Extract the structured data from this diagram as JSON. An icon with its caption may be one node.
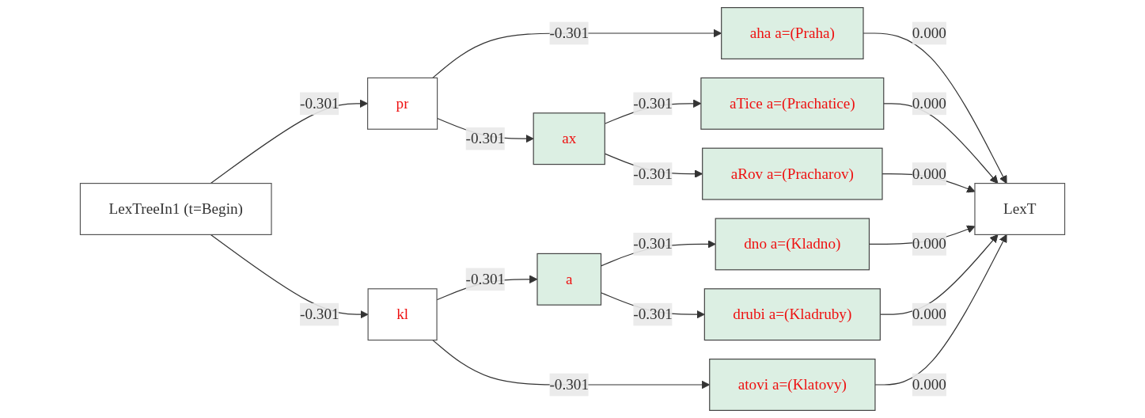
{
  "diagram": {
    "nodes": [
      {
        "text": [
          "LexTreeIn1 (t=Begin)"
        ]
      },
      {
        "text": [
          "pr"
        ]
      },
      {
        "text": [
          "kl"
        ]
      },
      {
        "text": [
          "aha a=(Praha)"
        ]
      },
      {
        "text": [
          "ax"
        ]
      },
      {
        "text": [
          "a"
        ]
      },
      {
        "text": [
          "aTice a=(Prachatice)"
        ]
      },
      {
        "text": [
          "aRov a=(Pracharov)"
        ]
      },
      {
        "text": [
          "dno a=(Kladno)"
        ]
      },
      {
        "text": [
          "drubi a=(Kladruby)"
        ]
      },
      {
        "text": [
          "atovi a=(Klatovy)"
        ]
      },
      {
        "text": [
          "LexT"
        ]
      }
    ],
    "edges": [
      {
        "from": 0,
        "to": 1,
        "arrow": "to",
        "label": "-0.301"
      },
      {
        "from": 0,
        "to": 2,
        "arrow": "to",
        "label": "-0.301"
      },
      {
        "from": 1,
        "to": 3,
        "arrow": "to",
        "label": "-0.301"
      },
      {
        "from": 1,
        "to": 4,
        "arrow": "to",
        "label": "-0.301"
      },
      {
        "from": 2,
        "to": 5,
        "arrow": "to",
        "label": "-0.301"
      },
      {
        "from": 2,
        "to": 10,
        "arrow": "to",
        "label": "-0.301"
      },
      {
        "from": 4,
        "to": 6,
        "arrow": "to",
        "label": "-0.301"
      },
      {
        "from": 4,
        "to": 7,
        "arrow": "to",
        "label": "-0.301"
      },
      {
        "from": 5,
        "to": 8,
        "arrow": "to",
        "label": "-0.301"
      },
      {
        "from": 5,
        "to": 9,
        "arrow": "to",
        "label": "-0.301"
      },
      {
        "from": 3,
        "to": 11,
        "arrow": "to",
        "label": "0.000"
      },
      {
        "from": 6,
        "to": 11,
        "arrow": "to",
        "label": "0.000"
      },
      {
        "from": 7,
        "to": 11,
        "arrow": "to",
        "label": "0.000"
      },
      {
        "from": 8,
        "to": 11,
        "arrow": "to",
        "label": "0.000"
      },
      {
        "from": 9,
        "to": 11,
        "arrow": "to",
        "label": "0.000"
      },
      {
        "from": 10,
        "to": 11,
        "arrow": "to",
        "label": "0.000"
      }
    ]
  }
}
